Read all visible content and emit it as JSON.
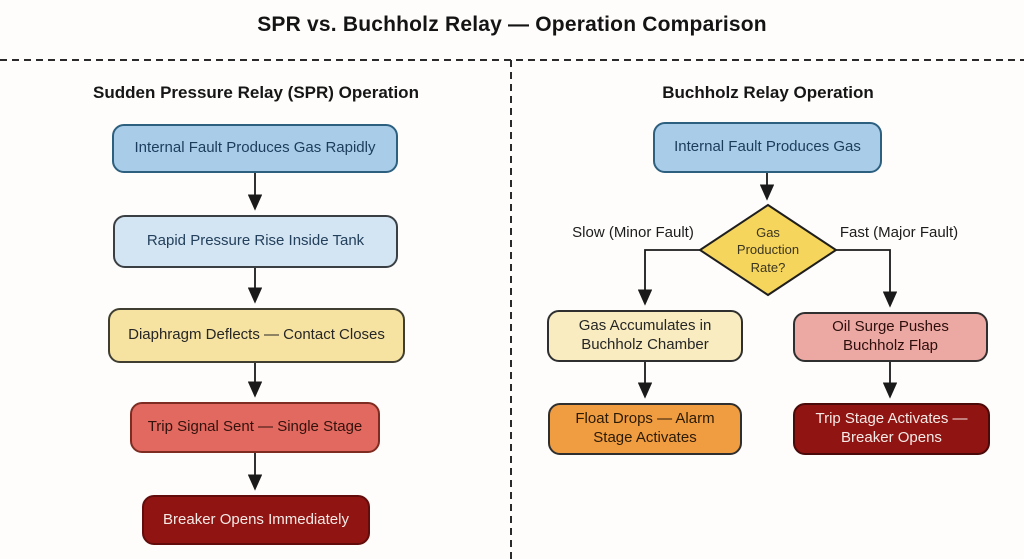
{
  "title": "SPR vs. Buchholz Relay — Operation Comparison",
  "left_column": {
    "header": "Sudden Pressure Relay (SPR) Operation",
    "nodes": [
      {
        "label": "Internal Fault Produces Gas Rapidly",
        "fill": "#a9cde9",
        "border": "#2d5f7f",
        "text_color": "#1c3c5c"
      },
      {
        "label": "Rapid Pressure Rise Inside Tank",
        "fill": "#d3e4f2",
        "border": "#3a3f44",
        "text_color": "#23405c"
      },
      {
        "label": "Diaphragm Deflects — Contact Closes",
        "fill": "#f7e3a1",
        "border": "#3f3e30",
        "text_color": "#262626"
      },
      {
        "label": "Trip Signal Sent — Single Stage",
        "fill": "#e2695f",
        "border": "#7e2c22",
        "text_color": "#33120d"
      },
      {
        "label": "Breaker Opens Immediately",
        "fill": "#8f1412",
        "border": "#620d0c",
        "text_color": "#f5eae6"
      }
    ]
  },
  "right_column": {
    "header": "Buchholz Relay Operation",
    "start_node": {
      "label": "Internal Fault Produces Gas",
      "fill": "#a9cde9",
      "border": "#2d5f7f",
      "text_color": "#1c3c5c"
    },
    "decision_node": {
      "label": "Gas Production Rate?",
      "fill": "#f6d55c",
      "border": "#1e1e1e",
      "text_color": "#3a3520"
    },
    "branch_labels": {
      "slow": "Slow (Minor Fault)",
      "fast": "Fast (Major Fault)"
    },
    "slow_branch": [
      {
        "label": "Gas Accumulates in Buchholz Chamber",
        "fill": "#f8ecc0",
        "border": "#2f2f2f",
        "text_color": "#262626"
      },
      {
        "label": "Float Drops — Alarm Stage Activates",
        "fill": "#f09d42",
        "border": "#2f2f2f",
        "text_color": "#2b1a06"
      }
    ],
    "fast_branch": [
      {
        "label": "Oil Surge Pushes Buchholz Flap",
        "fill": "#eca8a3",
        "border": "#2f2f2f",
        "text_color": "#2d0f0c"
      },
      {
        "label": "Trip Stage Activates — Breaker Opens",
        "fill": "#8f1412",
        "border": "#4a0a09",
        "text_color": "#f5eae6"
      }
    ]
  },
  "styles": {
    "background": "#fefdfb",
    "line_color": "#1a1a1a",
    "divider_color": "#2a2a2a",
    "title_color": "#141414"
  }
}
